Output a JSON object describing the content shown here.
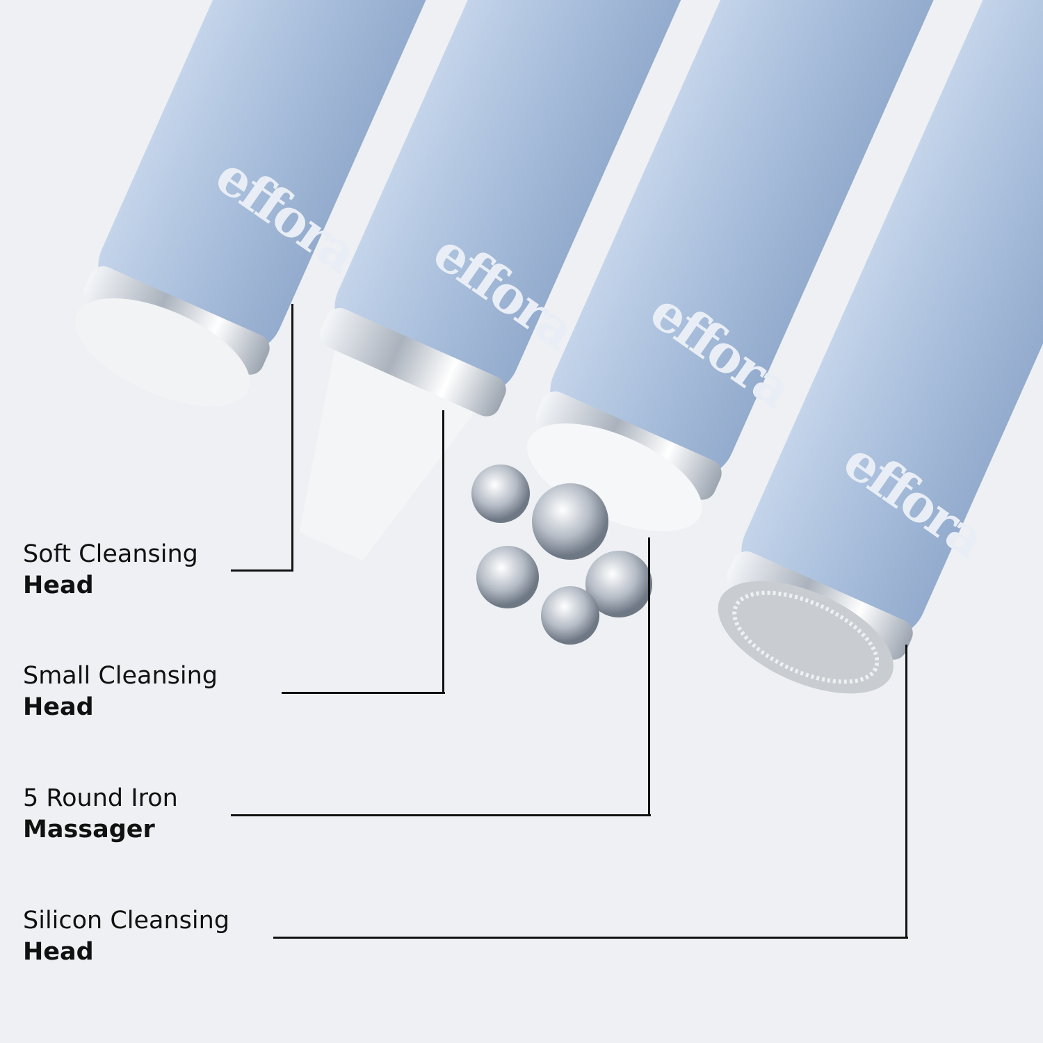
{
  "brand": "effora",
  "colors": {
    "device": "#a9bfdc",
    "background": "#eef0f3",
    "line": "#111111",
    "metal": "#d8dce2"
  },
  "labels": [
    {
      "line1": "Soft Cleansing",
      "line2": "Head"
    },
    {
      "line1": "Small Cleansing",
      "line2": "Head"
    },
    {
      "line1": "5 Round Iron",
      "line2": "Massager"
    },
    {
      "line1": "Silicon Cleansing",
      "line2": "Head"
    }
  ]
}
